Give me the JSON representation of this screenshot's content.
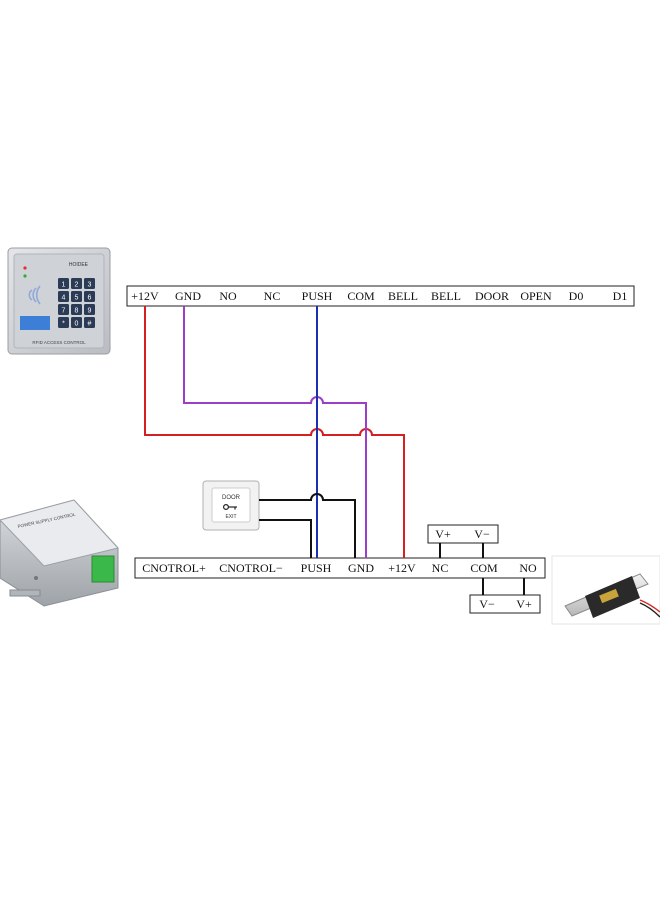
{
  "colors": {
    "wire_red": "#d42020",
    "wire_purple": "#9b3fc8",
    "wire_blue": "#1c2fb0",
    "wire_black": "#111111"
  },
  "keypad": {
    "brand": "HOIDEE",
    "caption": "RFID ACCESS CONTROL",
    "keys": [
      "1",
      "2",
      "3",
      "4",
      "5",
      "6",
      "7",
      "8",
      "9",
      "*",
      "0",
      "#"
    ]
  },
  "controller_terminals": [
    "+12V",
    "GND",
    "NO",
    "NC",
    "PUSH",
    "COM",
    "BELL",
    "BELL",
    "DOOR",
    "OPEN",
    "D0",
    "D1"
  ],
  "power_supply": {
    "label": "POWER SUPPLY CONTROL",
    "terminals": [
      "CNOTROL+",
      "CNOTROL−",
      "PUSH",
      "GND",
      "+12V",
      "NC",
      "COM",
      "NO"
    ]
  },
  "exit_button": {
    "line1": "DOOR",
    "line2": "EXIT",
    "icon": "key-icon"
  },
  "lock_top_terminals": [
    "V+",
    "V−"
  ],
  "lock_bottom_terminals": [
    "V−",
    "V+"
  ],
  "lock_icon": "electric-strike-icon"
}
